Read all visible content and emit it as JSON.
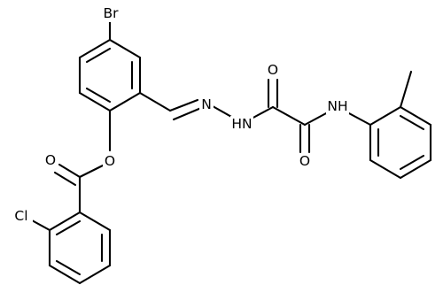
{
  "molecule": {
    "atoms": {
      "bromine": "Br",
      "ester_oxygen": "O",
      "carbonyl_oxygen_ester": "O",
      "chlorine": "Cl",
      "imine_nitrogen": "N",
      "hydrazide_nh": "HN",
      "oxalyl_oxygen_upper": "O",
      "oxalyl_oxygen_lower": "O",
      "amide_nh": "NH"
    }
  },
  "colors": {
    "bond": "#000000",
    "text": "#000000",
    "background": "#ffffff"
  }
}
